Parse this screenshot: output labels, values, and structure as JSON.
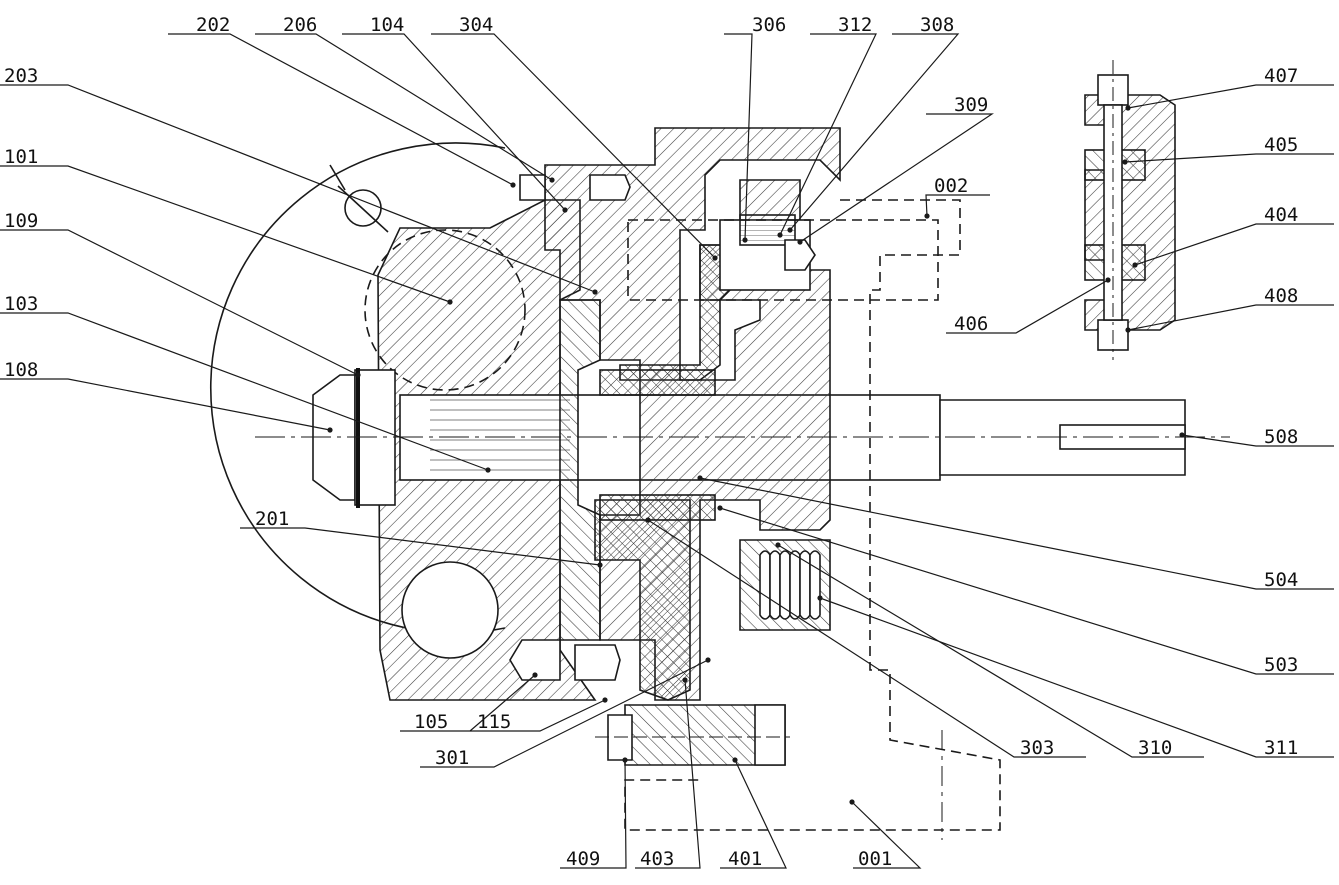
{
  "diagram": {
    "line_color": "#1a1a1a",
    "hatch_color": "#3a3a3a",
    "labels": [
      {
        "id": "202",
        "text": "202"
      },
      {
        "id": "206",
        "text": "206"
      },
      {
        "id": "104",
        "text": "104"
      },
      {
        "id": "304",
        "text": "304"
      },
      {
        "id": "306",
        "text": "306"
      },
      {
        "id": "312",
        "text": "312"
      },
      {
        "id": "308",
        "text": "308"
      },
      {
        "id": "203",
        "text": "203"
      },
      {
        "id": "309",
        "text": "309"
      },
      {
        "id": "101",
        "text": "101"
      },
      {
        "id": "002",
        "text": "002"
      },
      {
        "id": "109",
        "text": "109"
      },
      {
        "id": "103",
        "text": "103"
      },
      {
        "id": "108",
        "text": "108"
      },
      {
        "id": "201",
        "text": "201"
      },
      {
        "id": "105",
        "text": "105"
      },
      {
        "id": "115",
        "text": "115"
      },
      {
        "id": "301",
        "text": "301"
      },
      {
        "id": "409",
        "text": "409"
      },
      {
        "id": "403",
        "text": "403"
      },
      {
        "id": "401",
        "text": "401"
      },
      {
        "id": "001",
        "text": "001"
      },
      {
        "id": "407",
        "text": "407"
      },
      {
        "id": "405",
        "text": "405"
      },
      {
        "id": "404",
        "text": "404"
      },
      {
        "id": "406",
        "text": "406"
      },
      {
        "id": "408",
        "text": "408"
      },
      {
        "id": "508",
        "text": "508"
      },
      {
        "id": "504",
        "text": "504"
      },
      {
        "id": "503",
        "text": "503"
      },
      {
        "id": "303",
        "text": "303"
      },
      {
        "id": "310",
        "text": "310"
      },
      {
        "id": "311",
        "text": "311"
      }
    ]
  }
}
